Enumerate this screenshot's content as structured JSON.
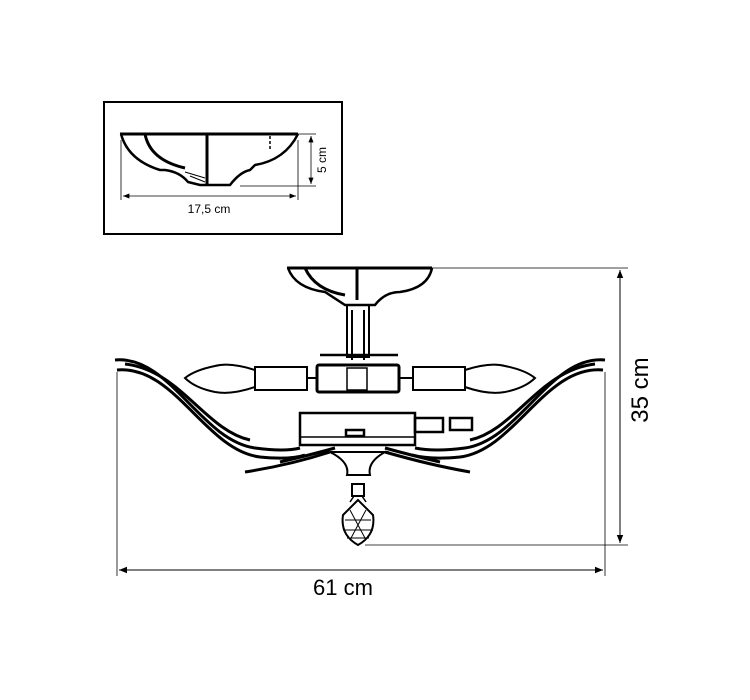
{
  "inset": {
    "width_label": "17,5 cm",
    "height_label": "5 cm"
  },
  "main": {
    "height_label": "35 cm",
    "width_label": "61 cm"
  },
  "colors": {
    "line": "#000000",
    "background": "#ffffff"
  }
}
